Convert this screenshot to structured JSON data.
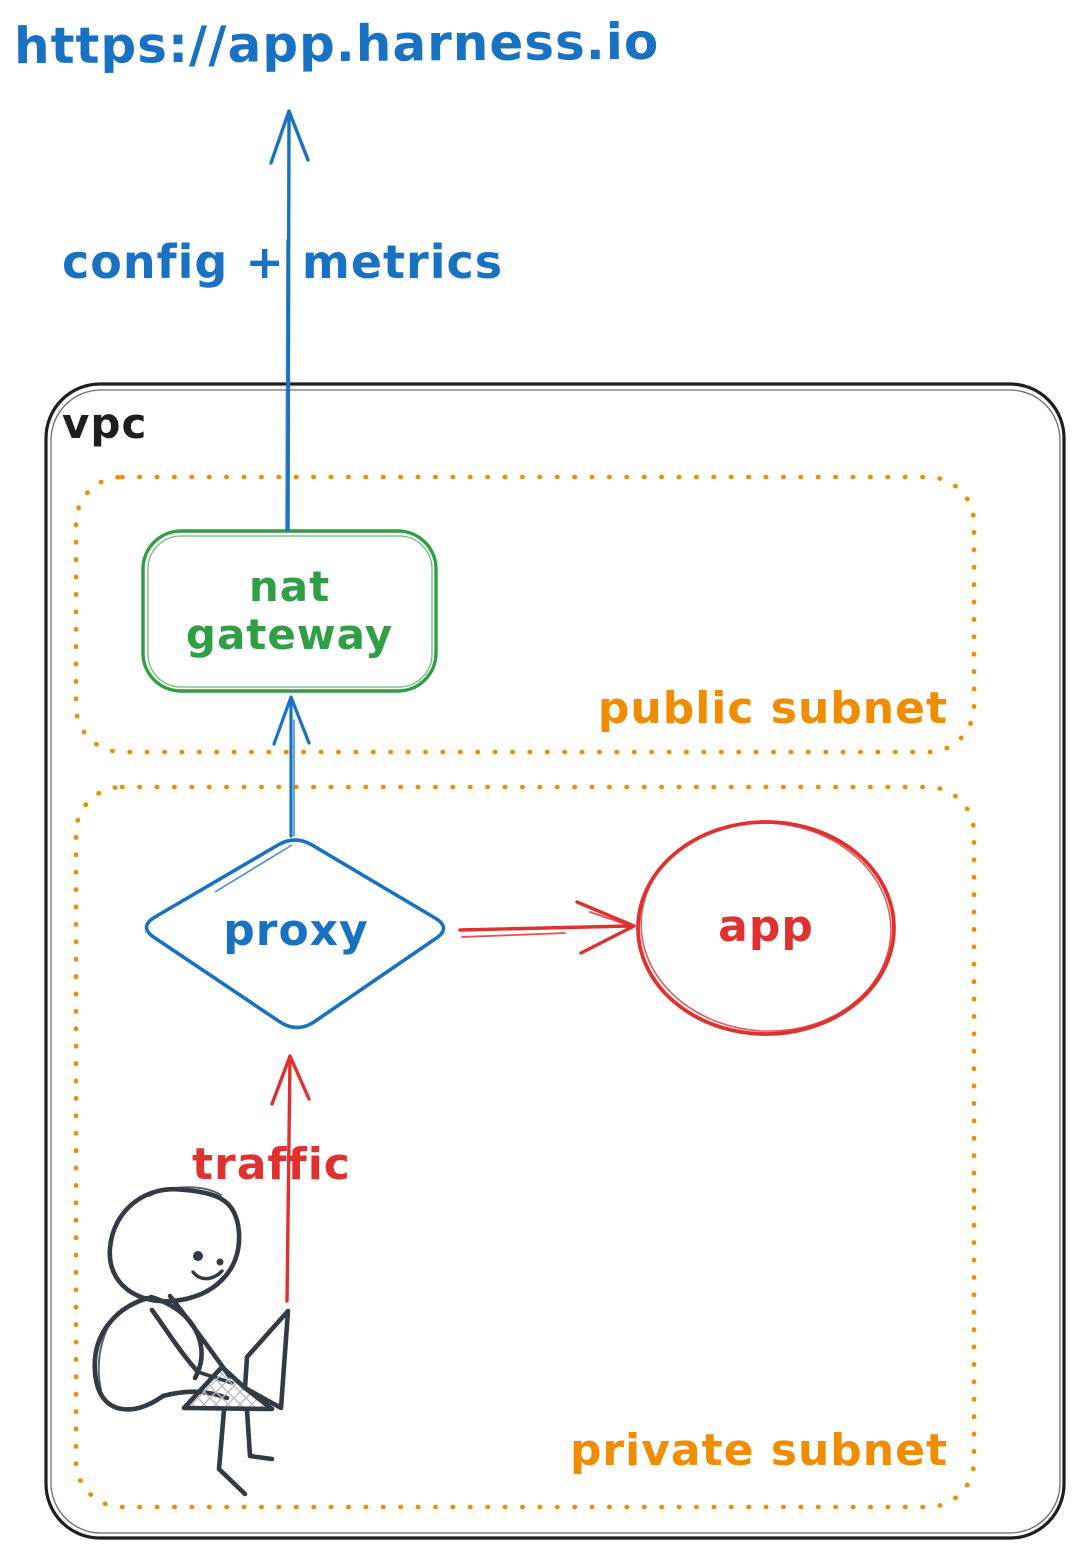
{
  "diagram": {
    "url": "https://app.harness.io",
    "config_metrics": "config + metrics",
    "vpc": "vpc",
    "public_subnet": "public subnet",
    "private_subnet": "private subnet",
    "nat_gateway_line1": "nat",
    "nat_gateway_line2": "gateway",
    "proxy": "proxy",
    "app": "app",
    "traffic": "traffic"
  },
  "icons": {
    "person": "person-with-laptop-icon"
  },
  "colors": {
    "blue": "#1971c2",
    "green": "#2f9e44",
    "orange": "#f08c00",
    "red": "#e03131",
    "ink": "#1e1e1e",
    "person_ink": "#343a43"
  }
}
